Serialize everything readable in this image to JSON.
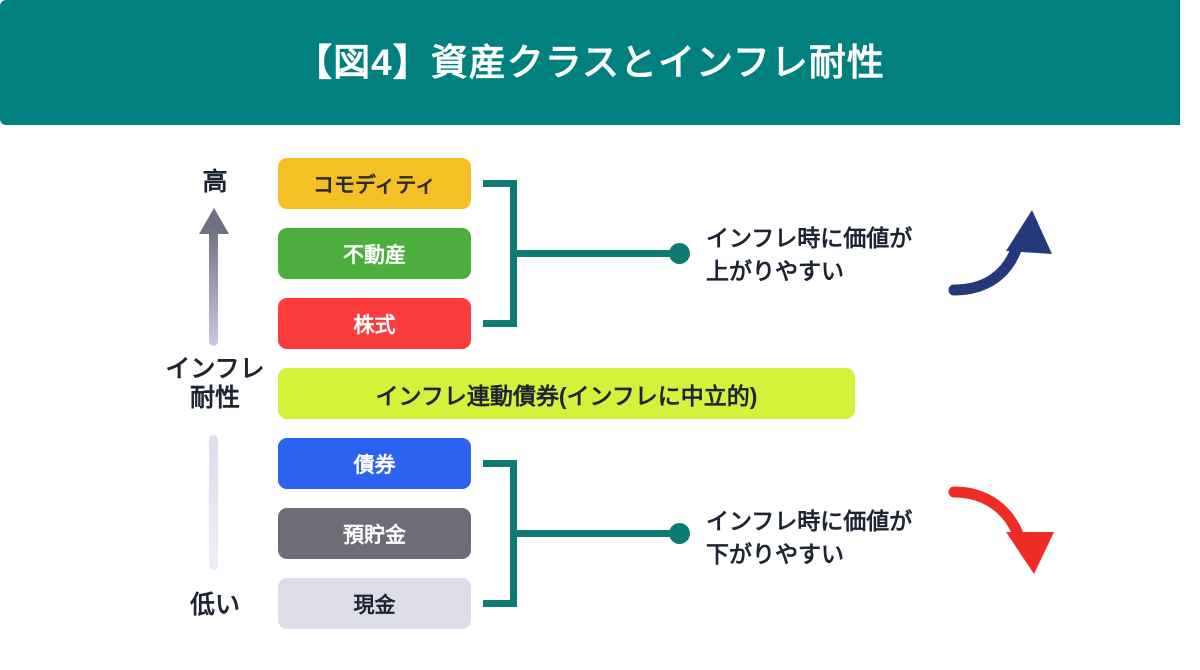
{
  "header": {
    "title": "【図4】資産クラスとインフレ耐性",
    "bg_color": "#00807f",
    "text_color": "#ffffff"
  },
  "axis": {
    "top_label": "高",
    "bottom_label": "低い",
    "name_line1": "インフレ",
    "name_line2": "耐性",
    "arrow_color_top": "#6f6f85",
    "arrow_color_bottom": "#e2e2f0"
  },
  "bars": [
    {
      "label": "コモディティ",
      "bg": "#f5c026",
      "fg": "#2b2b2b",
      "width": "narrow"
    },
    {
      "label": "不動産",
      "bg": "#4caf3d",
      "fg": "#ffffff",
      "width": "narrow"
    },
    {
      "label": "株式",
      "bg": "#fa3c3c",
      "fg": "#ffffff",
      "width": "narrow"
    },
    {
      "label": "インフレ連動債券(インフレに中立的)",
      "bg": "#d4f23a",
      "fg": "#1d2433",
      "width": "wide"
    },
    {
      "label": "債券",
      "bg": "#2b63f0",
      "fg": "#ffffff",
      "width": "narrow"
    },
    {
      "label": "預貯金",
      "bg": "#6d6d78",
      "fg": "#ffffff",
      "width": "narrow"
    },
    {
      "label": "現金",
      "bg": "#dcdde6",
      "fg": "#1d2433",
      "width": "narrow"
    }
  ],
  "groups": {
    "upper": {
      "bracket_color": "#0d7a74",
      "note_line1": "インフレ時に価値が",
      "note_line2": "上がりやすい",
      "arrow_color": "#25397a",
      "arrow_direction": "up"
    },
    "lower": {
      "bracket_color": "#0d7a74",
      "note_line1": "インフレ時に価値が",
      "note_line2": "下がりやすい",
      "arrow_color": "#ee2b24",
      "arrow_direction": "down"
    }
  }
}
